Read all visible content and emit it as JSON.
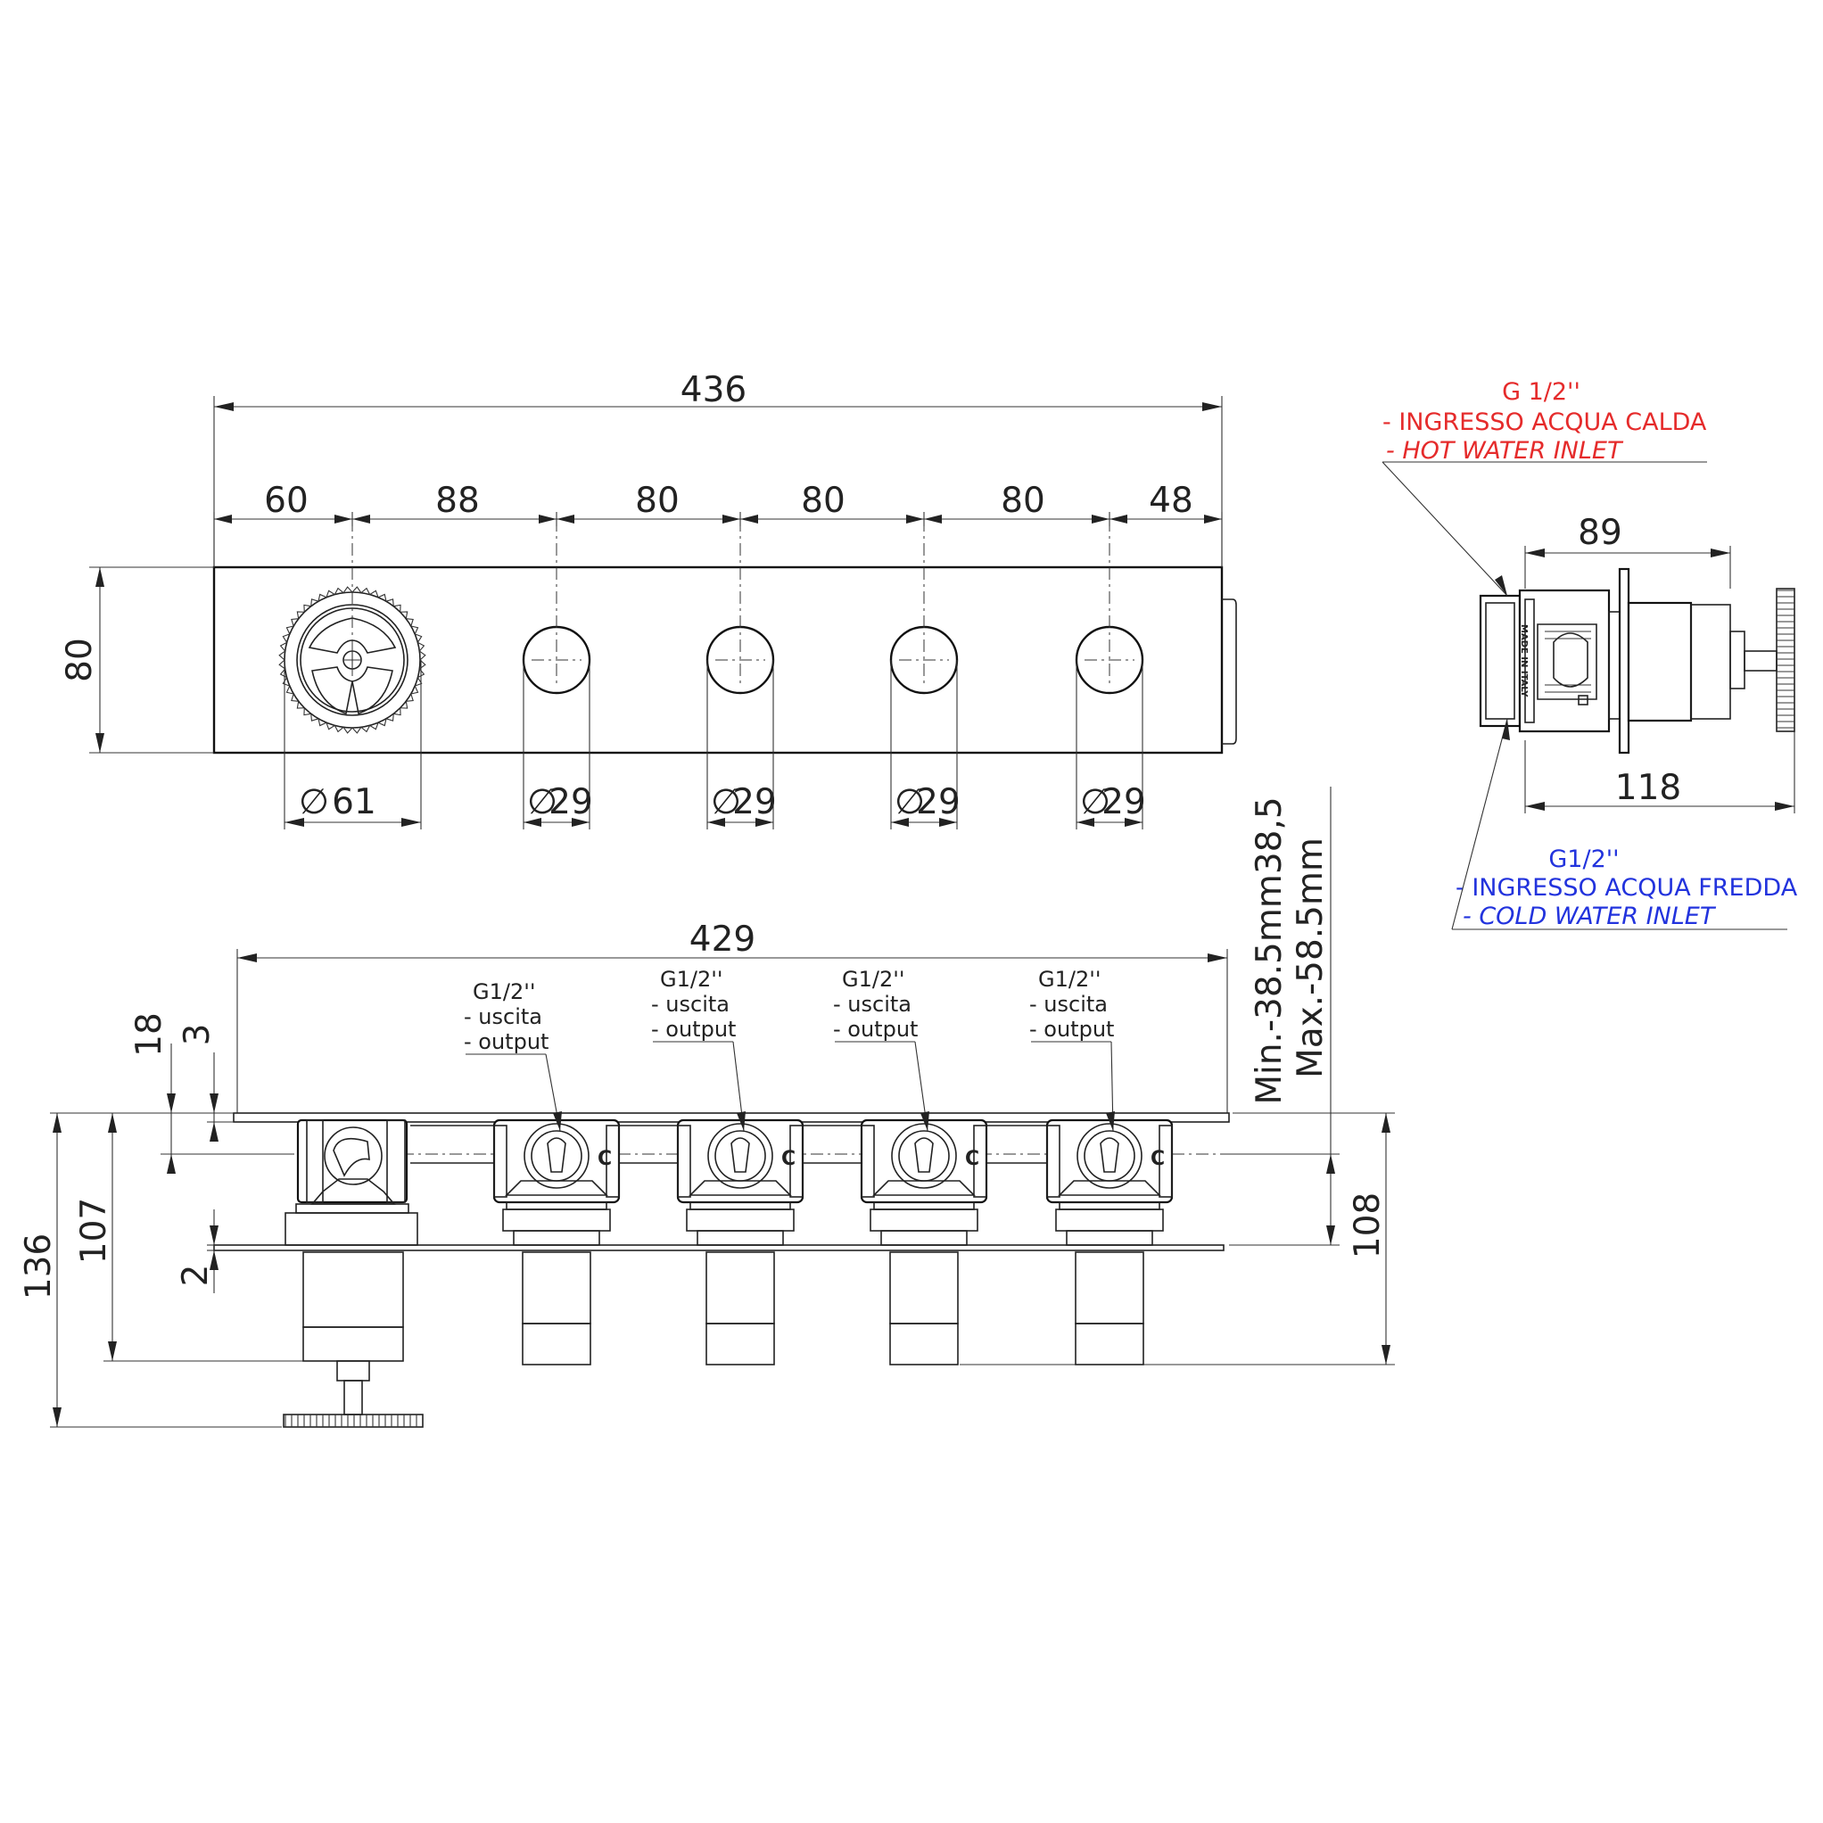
{
  "front_view": {
    "overall_width": "436",
    "segments": [
      "60",
      "88",
      "80",
      "80",
      "80",
      "48"
    ],
    "height": "80",
    "main_diameter": "61",
    "knob_diameter": "29"
  },
  "bottom_view": {
    "overall_width": "429",
    "dim_18": "18",
    "dim_3": "3",
    "dim_136": "136",
    "dim_107": "107",
    "dim_2": "2",
    "dim_108": "108",
    "depth_min": "Min.-38.5mm38,5",
    "depth_max": "Max.-58.5mm",
    "outputs": [
      {
        "thread": "G1/2''",
        "l1": "- uscita",
        "l2": "- output"
      },
      {
        "thread": "G1/2''",
        "l1": "- uscita",
        "l2": "- output"
      },
      {
        "thread": "G1/2''",
        "l1": "- uscita",
        "l2": "- output"
      },
      {
        "thread": "G1/2''",
        "l1": "- uscita",
        "l2": "- output"
      }
    ]
  },
  "side_view": {
    "dim_89": "89",
    "dim_118": "118",
    "stamp": "MADE IN ITALY",
    "hot_inlet": {
      "thread": "G 1/2''",
      "it": "- INGRESSO ACQUA CALDA",
      "en": "- HOT WATER INLET",
      "color": "#e52b2b"
    },
    "cold_inlet": {
      "thread": "G1/2''",
      "it": "- INGRESSO ACQUA FREDDA",
      "en": "- COLD WATER INLET",
      "color": "#2233dd"
    }
  }
}
